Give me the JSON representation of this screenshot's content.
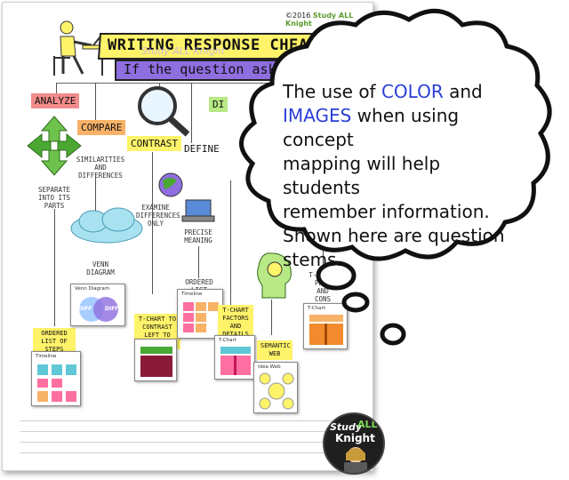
{
  "sheet": {
    "copyright_prefix": "©2016",
    "copyright_brand": "Study ALL Knight",
    "title": "WRITING RESPONSE CHEAT SHEET",
    "subtitle": "If the question asks you",
    "watermark": "Study ALL Knight",
    "categories": [
      {
        "label": "ANALYZE",
        "color": "#f28b8b",
        "desc": "SEPARATE INTO ITS PARTS",
        "card_label": "ORDERED LIST OF STEPS"
      },
      {
        "label": "COMPARE",
        "color": "#f7b267",
        "desc": "SIMILARITIES AND DIFFERENCES",
        "card_label": "VENN DIAGRAM"
      },
      {
        "label": "CONTRAST",
        "color": "#fff36a",
        "desc": "EXAMINE DIFFERENCES ONLY",
        "card_label": "T-CHART TO CONTRAST LEFT TO RIGHT"
      },
      {
        "label": "DEFINE",
        "color": "#ffffff",
        "desc": "PRECISE MEANING",
        "card_label": "ORDERED LIST"
      },
      {
        "label": "DI",
        "color": "#b8e986",
        "desc": "",
        "card_label": "T-CHART FACTORS AND DETAILS"
      },
      {
        "label": "",
        "color": "#b8e986",
        "desc": "",
        "card_label": "SEMANTIC WEB"
      },
      {
        "label": "",
        "color": "#ffffff",
        "desc": "",
        "card_label": "T-CHART PROS AND CONS"
      }
    ],
    "cards": {
      "steps_title": "Timeline",
      "venn_title": "Venn Diagram",
      "venn_left": "DIFF",
      "venn_right": "DIFF",
      "ordered_title": "Timeline",
      "tchart_title": "T-Chart",
      "web_title": "Idea Web"
    }
  },
  "bubble": {
    "line1_a": "The use of ",
    "line1_color": "COLOR",
    "line1_b": " and",
    "line2_images": "IMAGES",
    "line2_b": " when using concept",
    "line3": "mapping will help students",
    "line4": "remember information.",
    "line5": "Shown here are question",
    "line6": "stems."
  },
  "logo": {
    "study": "Study",
    "all": "ALL",
    "knight": "Knight"
  },
  "colors": {
    "highlight": "#2a3fd8",
    "venn_left": "#9fc8ff",
    "venn_right": "#8f6ee0"
  }
}
